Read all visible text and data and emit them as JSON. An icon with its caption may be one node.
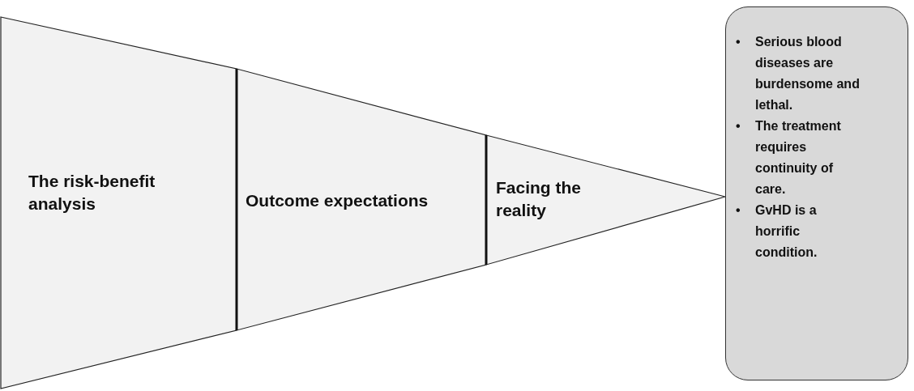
{
  "diagram": {
    "nodes": [
      {
        "text": [
          "The risk-benefit analysis"
        ]
      },
      {
        "text": [
          "Outcome expectations"
        ]
      },
      {
        "text": [
          "Facing the reality"
        ]
      },
      {
        "text": [
          "Serious blood diseases are burdensome and lethal.",
          "The treatment requires continuity of care.",
          "GvHD is a horrific condition."
        ]
      }
    ],
    "labels": [
      "•",
      "•",
      "•"
    ]
  }
}
